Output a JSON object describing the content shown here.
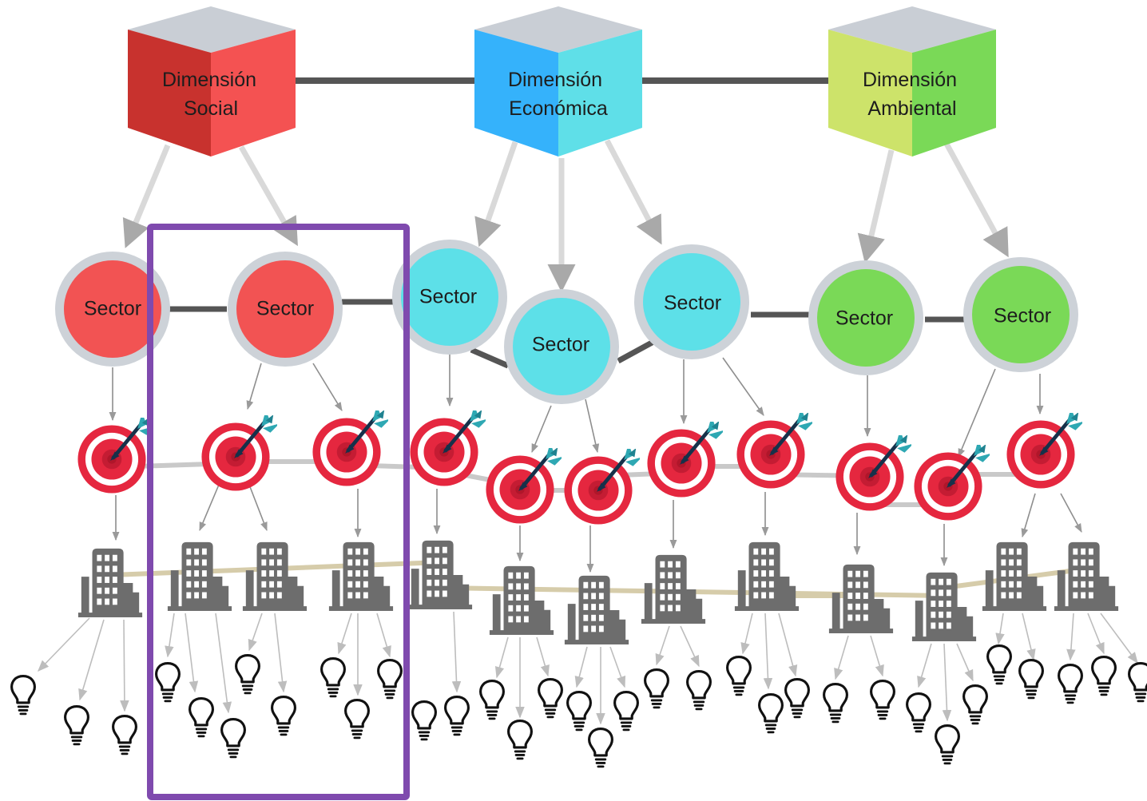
{
  "dimensions": [
    {
      "id": "social",
      "lines": [
        "Dimensión",
        "Social"
      ],
      "color_left": "#c8322e",
      "color_right": "#f45252",
      "color_top": "#c9ced5"
    },
    {
      "id": "economica",
      "lines": [
        "Dimensión",
        "Económica"
      ],
      "color_left": "#35b2fb",
      "color_right": "#5fdfe8",
      "color_top": "#c9ced5"
    },
    {
      "id": "ambiental",
      "lines": [
        "Dimensión",
        "Ambiental"
      ],
      "color_left": "#cde36a",
      "color_right": "#7ad957",
      "color_top": "#c9ced5"
    }
  ],
  "sectors": [
    {
      "label": "Sector",
      "dimension": "social"
    },
    {
      "label": "Sector",
      "dimension": "social"
    },
    {
      "label": "Sector",
      "dimension": "economica"
    },
    {
      "label": "Sector",
      "dimension": "economica"
    },
    {
      "label": "Sector",
      "dimension": "economica"
    },
    {
      "label": "Sector",
      "dimension": "ambiental"
    },
    {
      "label": "Sector",
      "dimension": "ambiental"
    }
  ],
  "colors": {
    "social_sector": "#f25353",
    "economica_sector": "#5de0e8",
    "ambiental_sector": "#7ad957",
    "sector_ring": "#cdd2d8",
    "target_red": "#e5273f",
    "building": "#6d6d6d",
    "connector_dark": "#555555",
    "connector_light": "#cfcfcf",
    "building_link": "#d6ccaa",
    "highlight_box": "#7f4aae"
  },
  "icons": [
    "target-icon",
    "dart-icon",
    "building-icon",
    "lightbulb-icon"
  ]
}
